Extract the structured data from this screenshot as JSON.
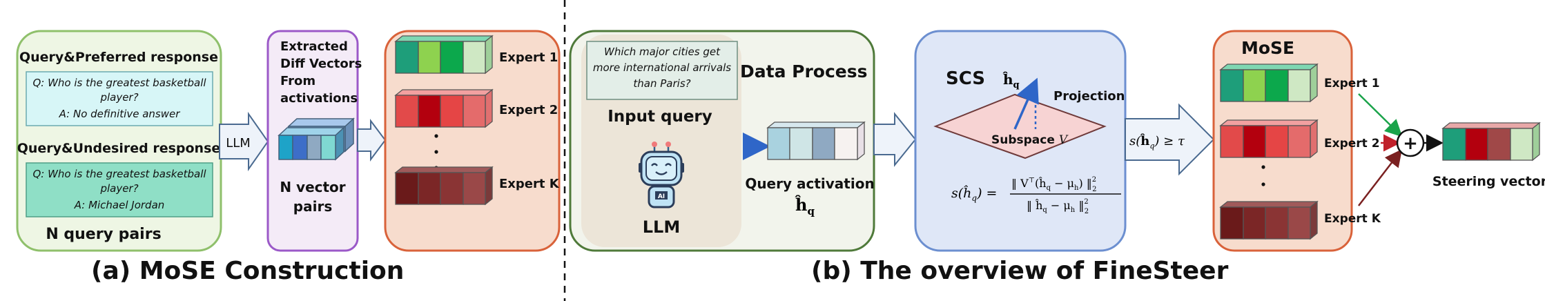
{
  "panel_a": {
    "caption": "(a) MoSE Construction",
    "query_box": {
      "preferred_title": "Query&Preferred response",
      "preferred_q1": "Q: Who is the greatest basketball",
      "preferred_q2": "player?",
      "preferred_a": "A: No definitive answer",
      "undesired_title": "Query&Undesired response",
      "undesired_q1": "Q: Who is the greatest basketball",
      "undesired_q2": "player?",
      "undesired_a": "A: Michael Jordan",
      "footer": "N query pairs"
    },
    "llm_label": "LLM",
    "diff_box": {
      "line1": "Extracted",
      "line2": "Diff Vectors",
      "line3": "From",
      "line4": "activations",
      "footer1": "N vector",
      "footer2": "pairs"
    },
    "experts": [
      "Expert 1",
      "Expert 2",
      "Expert K"
    ]
  },
  "panel_b": {
    "caption": "(b) The overview of FineSteer",
    "data_process": {
      "title": "Data Process",
      "query_line1": "Which major cities get",
      "query_line2": "more international arrivals",
      "query_line3": "than Paris?",
      "input_label": "Input query",
      "llm_label": "LLM",
      "robot_badge": "AI",
      "activation_label": "Query activation",
      "activation_symbol": "ĥ",
      "activation_sub": "q"
    },
    "scs": {
      "title": "SCS",
      "h_symbol": "ĥ",
      "h_sub": "q",
      "projection": "Projection",
      "subspace": "Subspace ",
      "subspace_var": "V",
      "formula_lhs": "s(ĥ",
      "formula_lhs_sub": "q",
      "formula_lhs_end": ") =",
      "formula_num": "‖ V",
      "formula_num_sup": "⊤",
      "formula_num_rest": "(ĥ",
      "formula_num_sub": "q",
      "formula_num_tail": " − μ",
      "formula_num_tail_sub": "h",
      "formula_num_end": ") ‖",
      "formula_den": "‖ ĥ",
      "formula_den_sub": "q",
      "formula_den_tail": " − μ",
      "formula_den_tail_sub": "h",
      "formula_den_end": " ‖",
      "sq": "2",
      "sub2": "2"
    },
    "threshold": {
      "s": "s(",
      "h": "ĥ",
      "sub": "q",
      "rest": ")  ≥ τ"
    },
    "mose": {
      "title": "MoSE",
      "experts": [
        "Expert 1",
        "Expert 2",
        "Expert K"
      ]
    },
    "plus": "+",
    "steering_label": "Steering vector"
  },
  "colors": {
    "green_border": "#8fc06b",
    "green_fill": "#eef6e4",
    "purple_border": "#9b59c8",
    "purple_fill": "#f4ebf7",
    "orange_border": "#d9623a",
    "orange_fill": "#f7dccd",
    "blue_border": "#6c8fd0",
    "blue_fill": "#dfe7f7",
    "arrow_fill": "#eef3fa",
    "arrow_stroke": "#4a6a90"
  }
}
